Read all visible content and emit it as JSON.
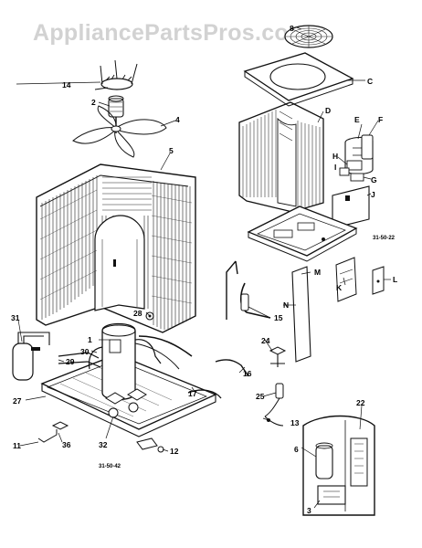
{
  "watermark": "AppliancePartsPros.com",
  "callouts": {
    "n14": "14",
    "n2": "2",
    "n4": "4",
    "n5": "5",
    "n31": "31",
    "n28": "28",
    "n1": "1",
    "n30": "30",
    "n29": "29",
    "n27": "27",
    "n11": "11",
    "n36": "36",
    "n32": "32",
    "n12": "12",
    "n17": "17",
    "n16": "16",
    "n24": "24",
    "n15": "15",
    "n25": "25",
    "n13": "13",
    "n22": "22",
    "n6": "6",
    "n3": "3",
    "n8": "8",
    "C": "C",
    "D": "D",
    "E": "E",
    "F": "F",
    "H": "H",
    "I": "I",
    "G": "G",
    "J": "J",
    "M": "M",
    "N": "N",
    "K": "K",
    "L": "L"
  },
  "diagram_codes": {
    "right": "31-50-22",
    "bottom": "31-50-42"
  }
}
